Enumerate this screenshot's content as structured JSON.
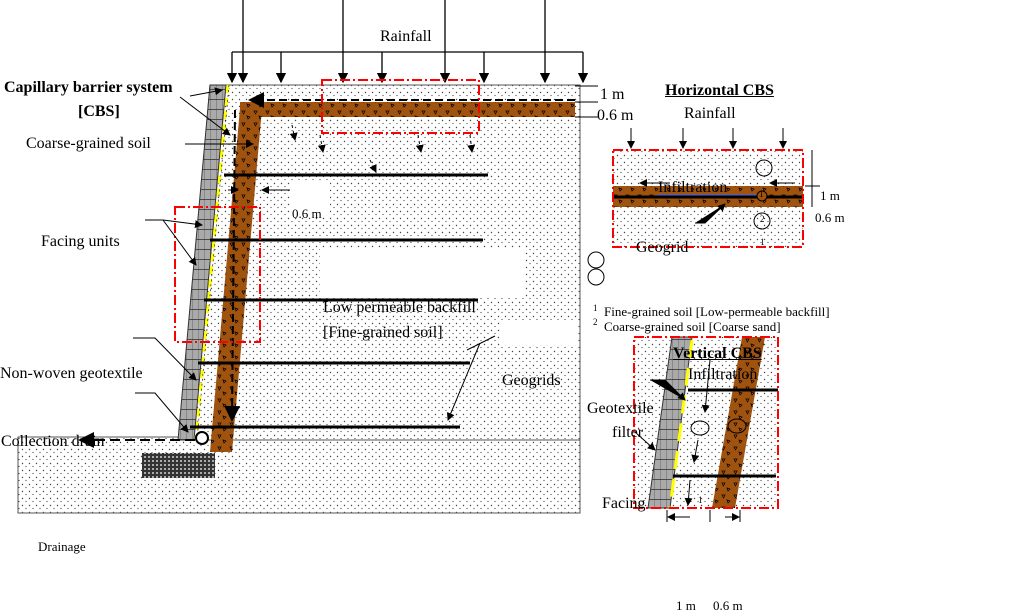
{
  "title": "Capillary barrier system [CBS] in reinforced soil wall",
  "main": {
    "rainfall": "Rainfall",
    "cbs_title_line1": "Capillary barrier system",
    "cbs_title_line2": "[CBS]",
    "coarse_soil": "Coarse-grained soil",
    "facing_units": "Facing units",
    "nonwoven": "Non-woven geotextile",
    "collection_drain": "Collection drain",
    "drainage": "Drainage",
    "backfill_line1": "Low permeable backfill",
    "backfill_line2": "[Fine-grained soil]",
    "geogrids": "Geogrids",
    "dim_1m": "1 m",
    "dim_06m": "0.6 m",
    "dim_06m_inner": "0.6 m"
  },
  "horizontal_cbs": {
    "title": "Horizontal CBS",
    "rainfall": "Rainfall",
    "infiltration": "Infiltration",
    "geogrid": "Geogrid",
    "dim_1m": "1 m",
    "dim_06m": "0.6 m",
    "marker_1": "1",
    "marker_2": "2",
    "marker_1b": "1"
  },
  "legend": {
    "items": [
      {
        "marker": "1",
        "label": "Fine-grained soil [Low-permeable backfill]"
      },
      {
        "marker": "2",
        "label": "Coarse-grained soil [Coarse sand]"
      }
    ]
  },
  "vertical_cbs": {
    "title": "Vertical CBS",
    "infiltration": "Infiltration",
    "geotextile_line1": "Geotextile",
    "geotextile_line2": "filter",
    "facing": "Facing",
    "marker_1": "1",
    "dim_1m": "1 m",
    "dim_06m": "0.6 m"
  },
  "colors": {
    "coarse_layer": "#a0520f",
    "highlight_box": "#ff0000",
    "geotextile": "#ffff00"
  }
}
